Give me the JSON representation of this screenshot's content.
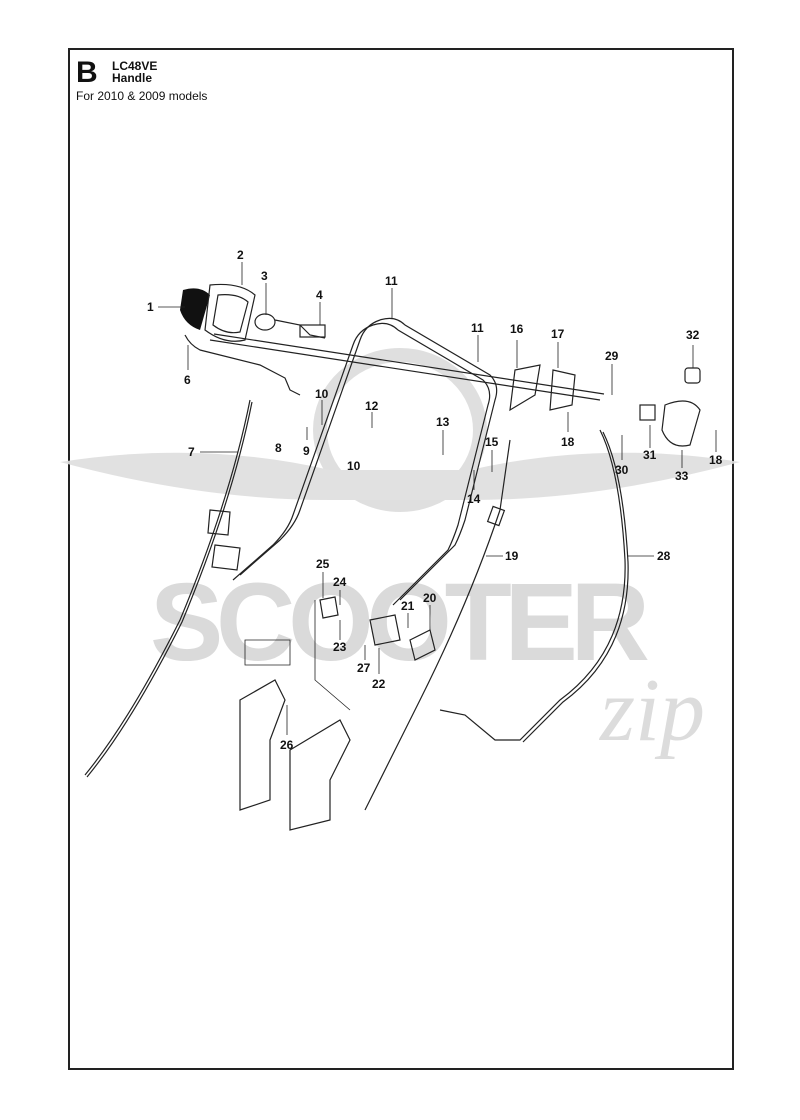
{
  "header": {
    "section_letter": "B",
    "model": "LC48VE",
    "part_name": "Handle",
    "applicability": "For 2010 & 2009 models"
  },
  "watermark": {
    "brand": "SCOOTER",
    "suffix": "zip"
  },
  "callouts": [
    {
      "id": "c1",
      "label": "1"
    },
    {
      "id": "c2",
      "label": "2"
    },
    {
      "id": "c3",
      "label": "3"
    },
    {
      "id": "c4",
      "label": "4"
    },
    {
      "id": "c6",
      "label": "6"
    },
    {
      "id": "c7",
      "label": "7"
    },
    {
      "id": "c8",
      "label": "8"
    },
    {
      "id": "c9",
      "label": "9"
    },
    {
      "id": "c10a",
      "label": "10"
    },
    {
      "id": "c10b",
      "label": "10"
    },
    {
      "id": "c11a",
      "label": "11"
    },
    {
      "id": "c11b",
      "label": "11"
    },
    {
      "id": "c12",
      "label": "12"
    },
    {
      "id": "c13",
      "label": "13"
    },
    {
      "id": "c14",
      "label": "14"
    },
    {
      "id": "c15",
      "label": "15"
    },
    {
      "id": "c16",
      "label": "16"
    },
    {
      "id": "c17",
      "label": "17"
    },
    {
      "id": "c18a",
      "label": "18"
    },
    {
      "id": "c18b",
      "label": "18"
    },
    {
      "id": "c19",
      "label": "19"
    },
    {
      "id": "c20",
      "label": "20"
    },
    {
      "id": "c21",
      "label": "21"
    },
    {
      "id": "c22",
      "label": "22"
    },
    {
      "id": "c23",
      "label": "23"
    },
    {
      "id": "c24",
      "label": "24"
    },
    {
      "id": "c25",
      "label": "25"
    },
    {
      "id": "c26",
      "label": "26"
    },
    {
      "id": "c27",
      "label": "27"
    },
    {
      "id": "c28",
      "label": "28"
    },
    {
      "id": "c29",
      "label": "29"
    },
    {
      "id": "c30",
      "label": "30"
    },
    {
      "id": "c31",
      "label": "31"
    },
    {
      "id": "c32",
      "label": "32"
    },
    {
      "id": "c33",
      "label": "33"
    }
  ]
}
